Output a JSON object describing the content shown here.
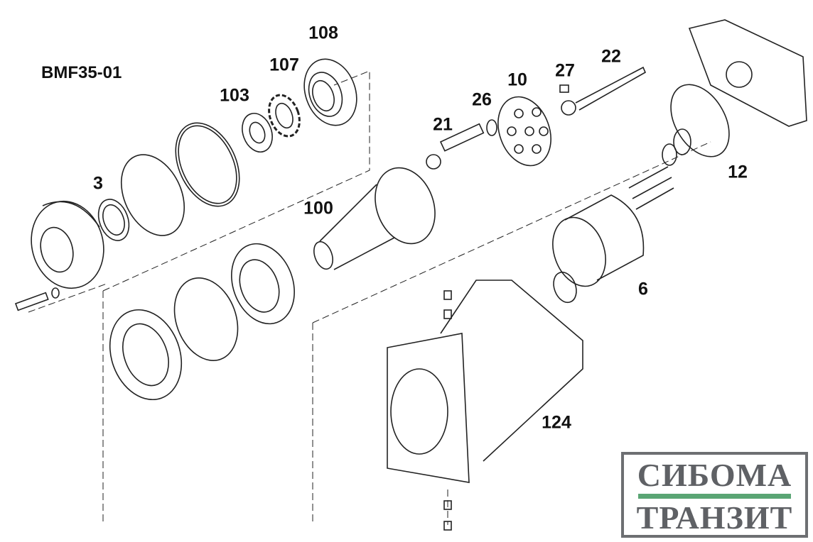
{
  "diagram_title": "BMF35-01",
  "part_labels": {
    "p108": "108",
    "p107": "107",
    "p103": "103",
    "p27": "27",
    "p22": "22",
    "p10": "10",
    "p26": "26",
    "p21": "21",
    "p3": "3",
    "p100": "100",
    "p12": "12",
    "p6": "6",
    "p124": "124"
  },
  "logo": {
    "line1": "СИБОМА",
    "line2": "ТРАНЗИТ",
    "bar_color": "#5aa574",
    "text_color": "#5f6165"
  }
}
